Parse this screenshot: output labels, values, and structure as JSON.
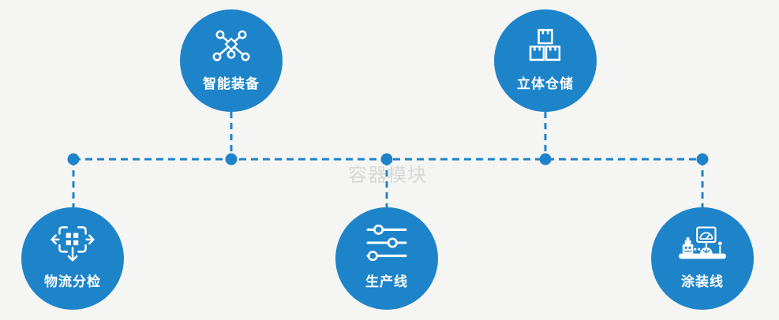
{
  "diagram": {
    "watermark": "容器模块",
    "colors": {
      "primary": "#1e84ca",
      "background": "#f5f5f3",
      "icon_color": "#ffffff",
      "watermark_color": "rgba(150,150,145,0.30)"
    },
    "nodes": [
      {
        "id": "top-left",
        "label": "智能装备",
        "icon": "network-nodes-icon"
      },
      {
        "id": "top-right",
        "label": "立体仓储",
        "icon": "stacked-boxes-icon"
      },
      {
        "id": "bottom-left",
        "label": "物流分检",
        "icon": "sorting-distribution-icon"
      },
      {
        "id": "bottom-center",
        "label": "生产线",
        "icon": "sliders-icon"
      },
      {
        "id": "bottom-right",
        "label": "涂装线",
        "icon": "control-console-icon"
      }
    ]
  }
}
